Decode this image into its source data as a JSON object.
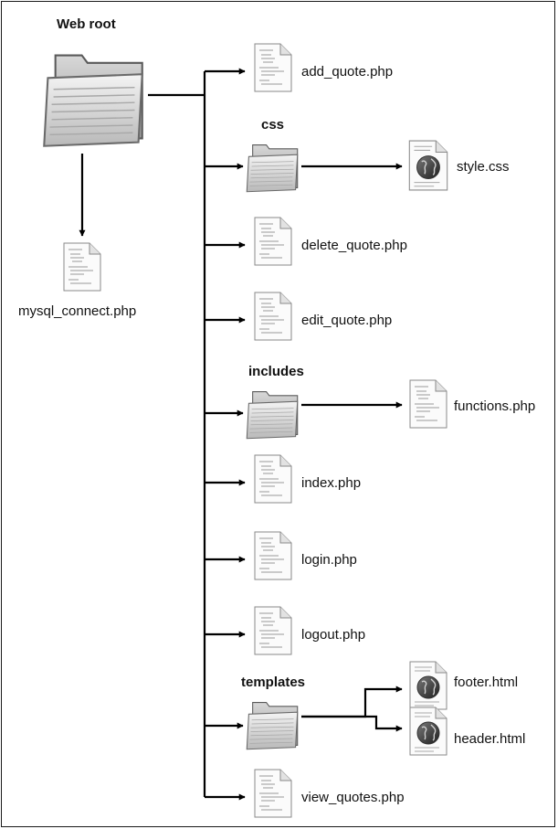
{
  "root": {
    "label": "Web root"
  },
  "root_files": [
    {
      "id": "mysql_connect",
      "label": "mysql_connect.php",
      "kind": "php"
    }
  ],
  "items": [
    {
      "id": "add_quote",
      "label": "add_quote.php",
      "kind": "php"
    },
    {
      "id": "css",
      "label": "css",
      "kind": "folder",
      "children": [
        {
          "id": "style",
          "label": "style.css",
          "kind": "web"
        }
      ]
    },
    {
      "id": "delete_quote",
      "label": "delete_quote.php",
      "kind": "php"
    },
    {
      "id": "edit_quote",
      "label": "edit_quote.php",
      "kind": "php"
    },
    {
      "id": "includes",
      "label": "includes",
      "kind": "folder",
      "children": [
        {
          "id": "functions",
          "label": "functions.php",
          "kind": "php"
        }
      ]
    },
    {
      "id": "index",
      "label": "index.php",
      "kind": "php"
    },
    {
      "id": "login",
      "label": "login.php",
      "kind": "php"
    },
    {
      "id": "logout",
      "label": "logout.php",
      "kind": "php"
    },
    {
      "id": "templates",
      "label": "templates",
      "kind": "folder",
      "children": [
        {
          "id": "footer",
          "label": "footer.html",
          "kind": "web"
        },
        {
          "id": "header",
          "label": "header.html",
          "kind": "web"
        }
      ]
    },
    {
      "id": "view_quotes",
      "label": "view_quotes.php",
      "kind": "php"
    }
  ]
}
